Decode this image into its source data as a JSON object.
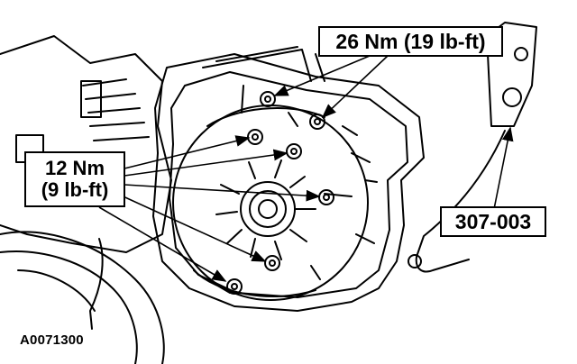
{
  "labels": {
    "torque_upper": "26 Nm (19 lb-ft)",
    "torque_lower_line1": "12 Nm",
    "torque_lower_line2": "(9 lb-ft)",
    "tool_number": "307-003",
    "figure_id": "A0071300"
  }
}
